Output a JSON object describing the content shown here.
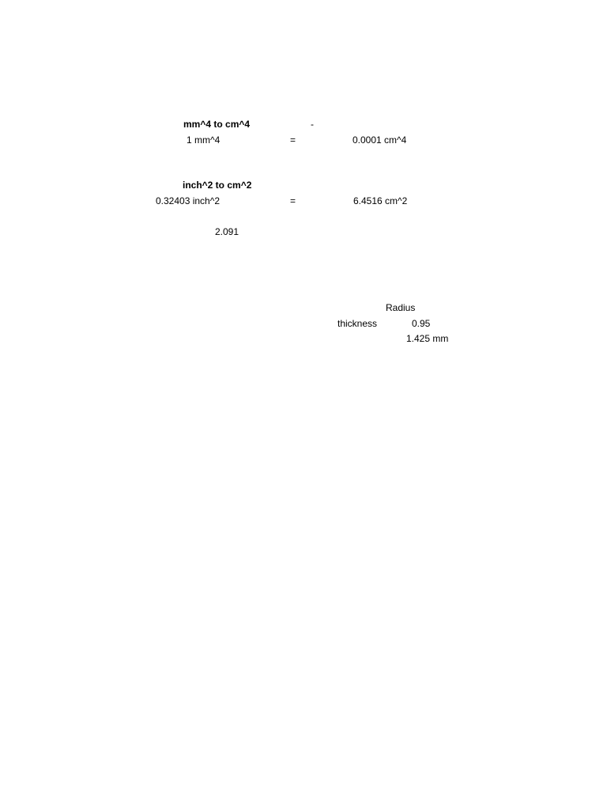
{
  "sheet": {
    "section1": {
      "title": "mm^4 to cm^4",
      "dash": "-",
      "lhs": "1 mm^4",
      "equals": "=",
      "rhs": "0.0001 cm^4"
    },
    "section2": {
      "title": "inch^2 to cm^2",
      "lhs": "0.32403 inch^2",
      "equals": "=",
      "rhs": "6.4516 cm^2"
    },
    "value_2091": "2.091",
    "radius_block": {
      "radius_label": "Radius",
      "thickness_label": "thickness",
      "thickness_value": "0.95",
      "radius_value": "1.425 mm"
    }
  }
}
